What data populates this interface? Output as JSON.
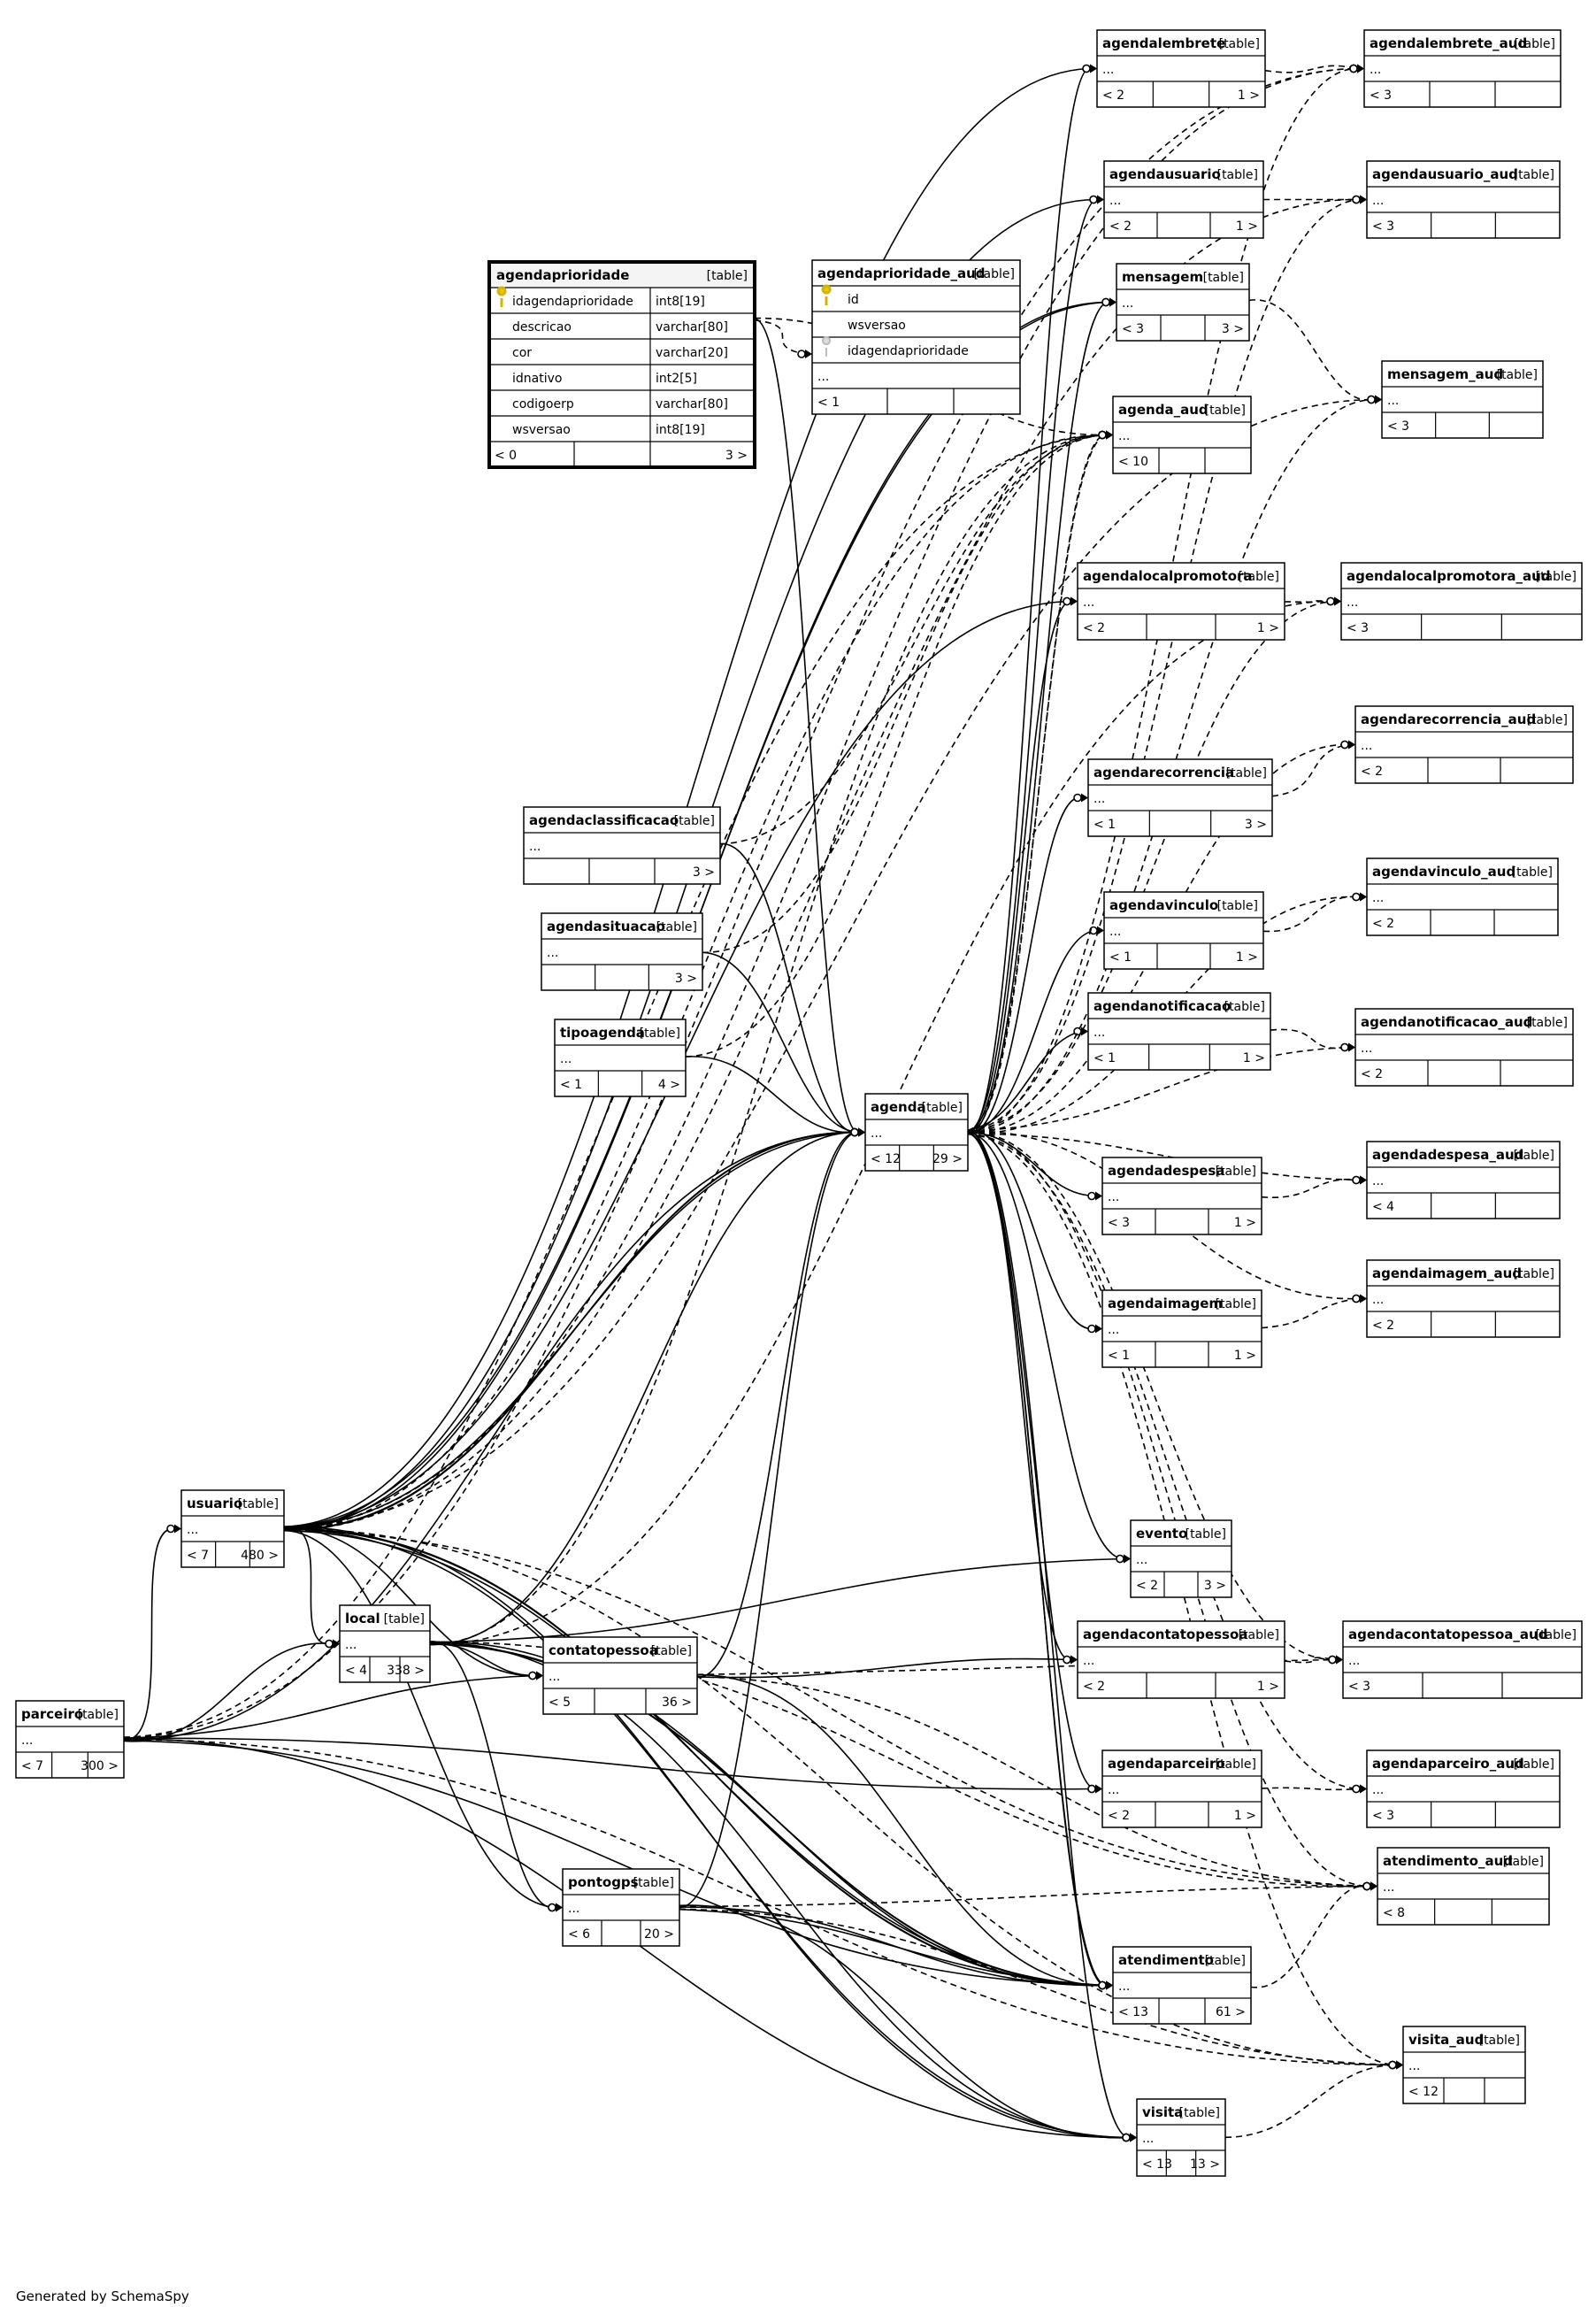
{
  "footer": "Generated by SchemaSpy",
  "kind_label": "[table]",
  "ellipsis": "...",
  "focus_table": {
    "name": "agendaprioridade",
    "columns": [
      {
        "name": "idagendaprioridade",
        "type": "int8[19]",
        "pk": true
      },
      {
        "name": "descricao",
        "type": "varchar[80]"
      },
      {
        "name": "cor",
        "type": "varchar[20]"
      },
      {
        "name": "idnativo",
        "type": "int2[5]"
      },
      {
        "name": "codigoerp",
        "type": "varchar[80]"
      },
      {
        "name": "wsversao",
        "type": "int8[19]"
      }
    ],
    "left": "< 0",
    "right": "3 >"
  },
  "aud_focus": {
    "name": "agendaprioridade_aud",
    "columns": [
      {
        "name": "id",
        "pk": true
      },
      {
        "name": "wsversao"
      },
      {
        "name": "idagendaprioridade",
        "fk": true
      }
    ],
    "left": "< 1",
    "right": ""
  },
  "tables": [
    {
      "id": "agendalembrete",
      "name": "agendalembrete",
      "left": "< 2",
      "right": "1 >"
    },
    {
      "id": "agendalembrete_aud",
      "name": "agendalembrete_aud",
      "left": "< 3",
      "right": ""
    },
    {
      "id": "agendausuario",
      "name": "agendausuario",
      "left": "< 2",
      "right": "1 >"
    },
    {
      "id": "agendausuario_aud",
      "name": "agendausuario_aud",
      "left": "< 3",
      "right": ""
    },
    {
      "id": "mensagem",
      "name": "mensagem",
      "left": "< 3",
      "right": "3 >"
    },
    {
      "id": "mensagem_aud",
      "name": "mensagem_aud",
      "left": "< 3",
      "right": ""
    },
    {
      "id": "agenda_aud",
      "name": "agenda_aud",
      "left": "< 10",
      "right": ""
    },
    {
      "id": "agendalocalpromotora",
      "name": "agendalocalpromotora",
      "left": "< 2",
      "right": "1 >"
    },
    {
      "id": "agendalocalpromotora_aud",
      "name": "agendalocalpromotora_aud",
      "left": "< 3",
      "right": ""
    },
    {
      "id": "agendarecorrencia_aud",
      "name": "agendarecorrencia_aud",
      "left": "< 2",
      "right": ""
    },
    {
      "id": "agendarecorrencia",
      "name": "agendarecorrencia",
      "left": "< 1",
      "right": "3 >"
    },
    {
      "id": "agendaclassificacao",
      "name": "agendaclassificacao",
      "left": "",
      "right": "3 >"
    },
    {
      "id": "agendasituacao",
      "name": "agendasituacao",
      "left": "",
      "right": "3 >"
    },
    {
      "id": "agendavinculo",
      "name": "agendavinculo",
      "left": "< 1",
      "right": "1 >"
    },
    {
      "id": "agendavinculo_aud",
      "name": "agendavinculo_aud",
      "left": "< 2",
      "right": ""
    },
    {
      "id": "tipoagenda",
      "name": "tipoagenda",
      "left": "< 1",
      "right": "4 >"
    },
    {
      "id": "agendanotificacao",
      "name": "agendanotificacao",
      "left": "< 1",
      "right": "1 >"
    },
    {
      "id": "agendanotificacao_aud",
      "name": "agendanotificacao_aud",
      "left": "< 2",
      "right": ""
    },
    {
      "id": "agenda",
      "name": "agenda",
      "left": "< 12",
      "right": "29 >"
    },
    {
      "id": "agendadespesa",
      "name": "agendadespesa",
      "left": "< 3",
      "right": "1 >"
    },
    {
      "id": "agendadespesa_aud",
      "name": "agendadespesa_aud",
      "left": "< 4",
      "right": ""
    },
    {
      "id": "agendaimagem",
      "name": "agendaimagem",
      "left": "< 1",
      "right": "1 >"
    },
    {
      "id": "agendaimagem_aud",
      "name": "agendaimagem_aud",
      "left": "< 2",
      "right": ""
    },
    {
      "id": "usuario",
      "name": "usuario",
      "left": "< 7",
      "right": "480 >"
    },
    {
      "id": "evento",
      "name": "evento",
      "left": "< 2",
      "right": "3 >"
    },
    {
      "id": "local",
      "name": "local",
      "left": "< 4",
      "right": "338 >"
    },
    {
      "id": "agendacontatopessoa",
      "name": "agendacontatopessoa",
      "left": "< 2",
      "right": "1 >"
    },
    {
      "id": "agendacontatopessoa_aud",
      "name": "agendacontatopessoa_aud",
      "left": "< 3",
      "right": ""
    },
    {
      "id": "contatopessoa",
      "name": "contatopessoa",
      "left": "< 5",
      "right": "36 >"
    },
    {
      "id": "parceiro",
      "name": "parceiro",
      "left": "< 7",
      "right": "300 >"
    },
    {
      "id": "agendaparceiro",
      "name": "agendaparceiro",
      "left": "< 2",
      "right": "1 >"
    },
    {
      "id": "agendaparceiro_aud",
      "name": "agendaparceiro_aud",
      "left": "< 3",
      "right": ""
    },
    {
      "id": "atendimento_aud",
      "name": "atendimento_aud",
      "left": "< 8",
      "right": ""
    },
    {
      "id": "pontogps",
      "name": "pontogps",
      "left": "< 6",
      "right": "20 >"
    },
    {
      "id": "atendimento",
      "name": "atendimento",
      "left": "< 13",
      "right": "61 >"
    },
    {
      "id": "visita_aud",
      "name": "visita_aud",
      "left": "< 12",
      "right": ""
    },
    {
      "id": "visita",
      "name": "visita",
      "left": "< 13",
      "right": "13 >"
    }
  ]
}
